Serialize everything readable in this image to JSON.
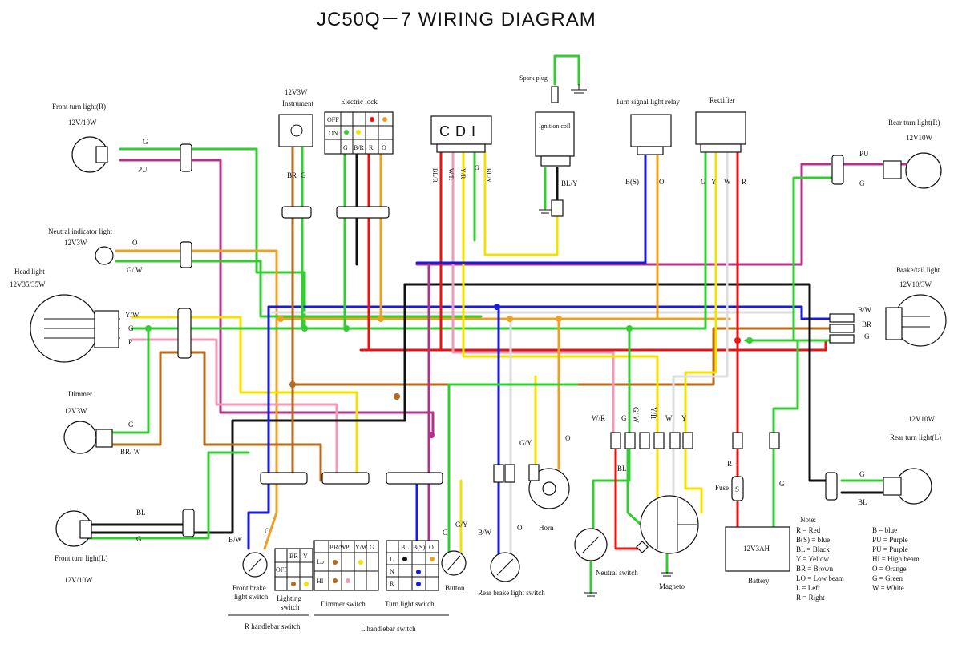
{
  "title": "JC50Q－7    WIRING    DIAGRAM",
  "colors": {
    "green": "#33cc33",
    "yellow": "#f2e200",
    "red": "#ee1111",
    "blue": "#1a1adf",
    "purple": "#b0338a",
    "brown": "#b56a1e",
    "orange": "#f0a020",
    "pink": "#ee9ab8",
    "black": "#111111",
    "white": "#dddddd"
  },
  "components": {
    "front_turn_r": {
      "name": "Front turn light(R)",
      "spec": "12V/10W"
    },
    "neutral_indicator": {
      "name": "Neutral indicator light",
      "spec": "12V3W"
    },
    "head_light": {
      "name": "Head light",
      "spec": "12V35/35W"
    },
    "dimmer": {
      "name": "Dimmer",
      "spec": "12V3W"
    },
    "front_turn_l": {
      "name": "Front turn light(L)",
      "spec": "12V/10W"
    },
    "instrument": {
      "name": "Instrument",
      "spec": "12V3W"
    },
    "electric_lock": {
      "name": "Electric lock"
    },
    "cdi": {
      "name": "C D I"
    },
    "spark_plug": {
      "name": "Spark plug"
    },
    "ignition_coil": {
      "name": "Ignition coil"
    },
    "turn_relay": {
      "name": "Turn signal light relay"
    },
    "rectifier": {
      "name": "Rectifier"
    },
    "rear_turn_r": {
      "name": "Rear turn light(R)",
      "spec": "12V10W"
    },
    "brake_tail": {
      "name": "Brake/tail light",
      "spec": "12V10/3W"
    },
    "rear_turn_l": {
      "name": "Rear turn light(L)",
      "spec": "12V10W"
    },
    "horn": {
      "name": "Horn"
    },
    "neutral_switch": {
      "name": "Neutral switch"
    },
    "magneto": {
      "name": "Magneto"
    },
    "fuse": {
      "name": "Fuse"
    },
    "battery": {
      "name": "Battery",
      "spec": "12V3AH"
    },
    "front_brake_switch": {
      "line1": "Front brake",
      "line2": "light switch"
    },
    "lighting_switch": {
      "line1": "Lighting",
      "line2": "switch"
    },
    "dimmer_switch": {
      "name": "Dimmer switch"
    },
    "turn_switch": {
      "name": "Turn light switch"
    },
    "button": {
      "name": "Button"
    },
    "rear_brake_switch": {
      "name": "Rear brake light switch"
    },
    "r_handlebar": {
      "name": "R handlebar switch"
    },
    "l_handlebar": {
      "name": "L handlebar switch"
    }
  },
  "wire_labels": {
    "g": "G",
    "pu": "PU",
    "o": "O",
    "gw": "G/ W",
    "yw": "Y/W",
    "p": "P",
    "brw": "BR/ W",
    "bl": "BL",
    "br": "BR",
    "bw": "B/W",
    "gy": "G/Y",
    "wr": "W/R",
    "y": "Y",
    "yr": "Y/R",
    "blr": "BL/R",
    "bly": "BL/Y",
    "bs": "B(S)",
    "w": "W",
    "r": "R"
  },
  "switch_cells": {
    "electric_lock": [
      "OFF",
      "ON",
      "G",
      "B/R",
      "R",
      "O"
    ],
    "lighting": [
      "BR",
      "Y",
      "OFF"
    ],
    "dimmer_head": [
      "BR/W",
      "P",
      "Y/W",
      "G"
    ],
    "dimmer_rows": [
      "Lo",
      "HI"
    ],
    "turn_head": [
      "BL",
      "B(S)",
      "O"
    ],
    "turn_rows": [
      "L",
      "N",
      "R"
    ]
  },
  "note": {
    "title": "Note:",
    "left": [
      "R = Red",
      "B(S) =  blue",
      "BL = Black",
      "Y = Yellow",
      "BR = Brown",
      "LO = Low beam",
      "L = Left",
      "R = Right"
    ],
    "right": [
      "B = blue",
      "PU = Purple",
      "PU = Purple",
      "HI = High beam",
      "O = Orange",
      "G = Green",
      "W = White"
    ]
  }
}
